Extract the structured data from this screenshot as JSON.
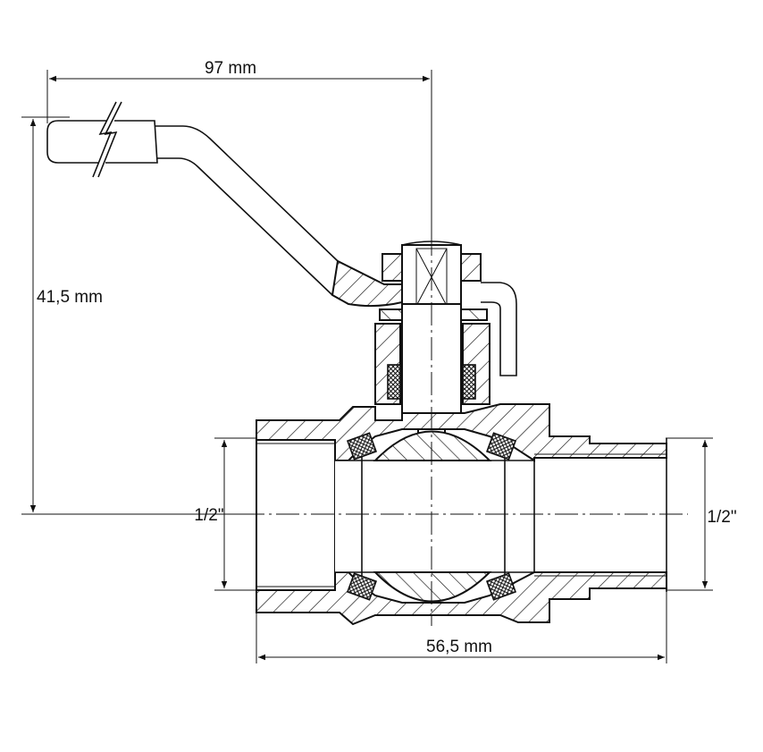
{
  "dimensions": {
    "overall_length": "97 mm",
    "handle_height": "41,5 mm",
    "inlet_thread": "1/2\"",
    "outlet_thread": "1/2\"",
    "body_length": "56,5 mm"
  },
  "colors": {
    "line": "#111111",
    "background": "#ffffff"
  }
}
